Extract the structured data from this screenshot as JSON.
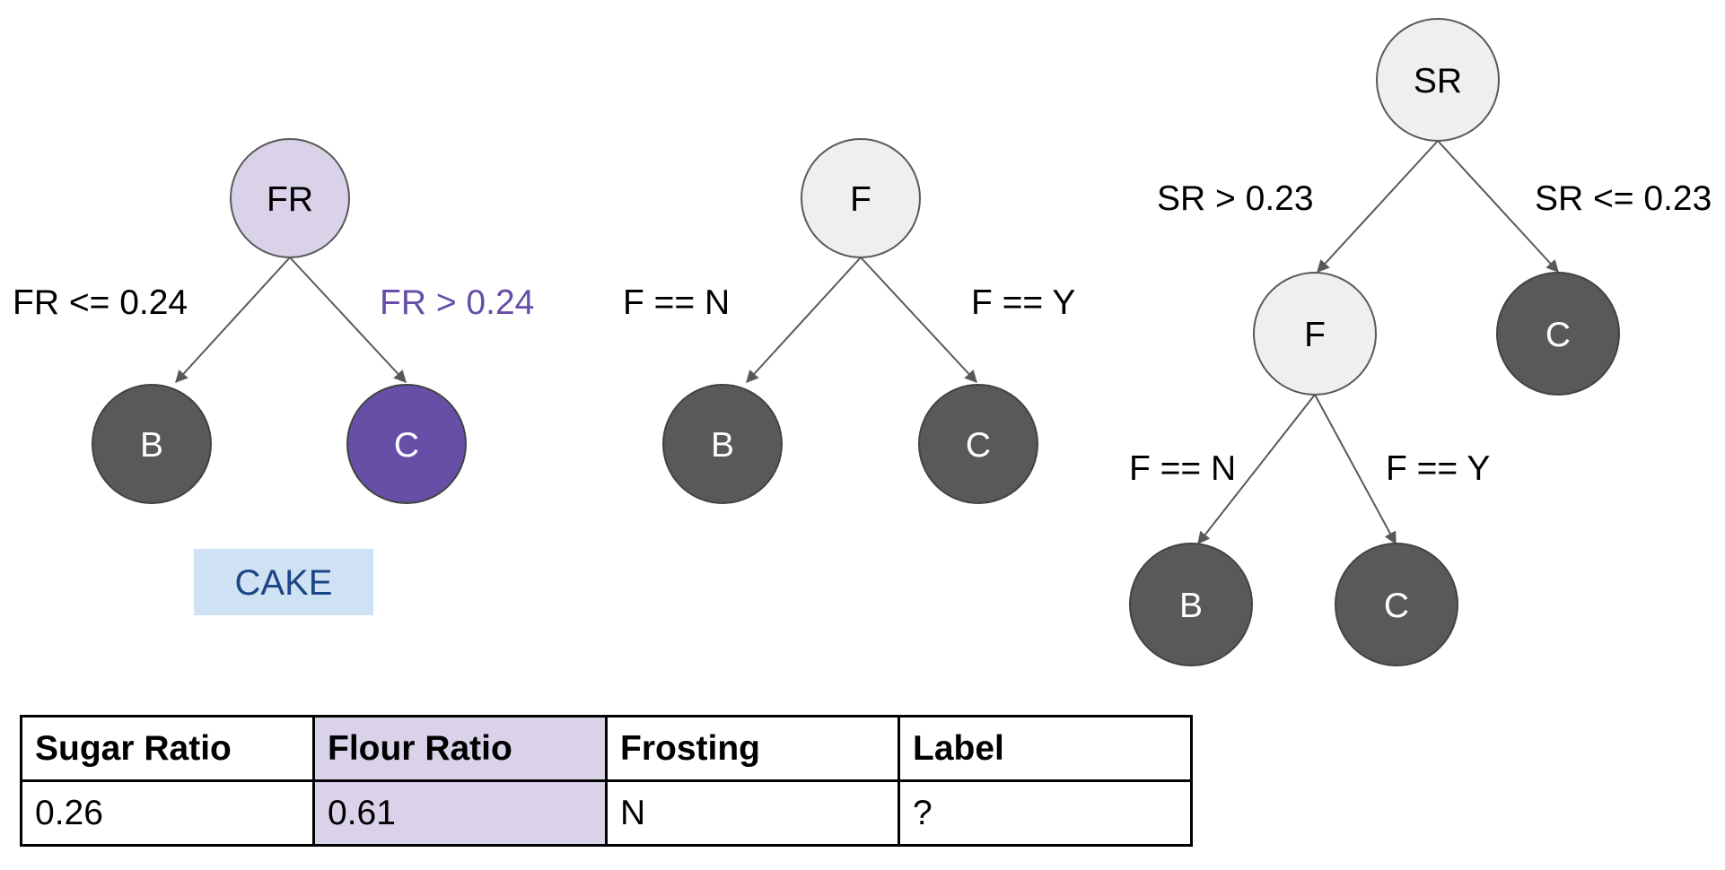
{
  "colors": {
    "root_fill": "#efefef",
    "highlight_root_fill": "#d9d2e9",
    "leaf_fill": "#595959",
    "highlight_leaf_fill": "#674ea7",
    "highlight_text": "#674ea7",
    "result_bg": "#cfe2f3",
    "result_text": "#1c4587"
  },
  "tree1": {
    "root": "FR",
    "left_edge": "FR <= 0.24",
    "right_edge": "FR > 0.24",
    "left_leaf": "B",
    "right_leaf": "C",
    "result": "CAKE"
  },
  "tree2": {
    "root": "F",
    "left_edge": "F == N",
    "right_edge": "F == Y",
    "left_leaf": "B",
    "right_leaf": "C"
  },
  "tree3": {
    "root": "SR",
    "left_edge": "SR > 0.23",
    "right_edge": "SR <= 0.23",
    "mid": "F",
    "right_leaf": "C",
    "mid_left_edge": "F == N",
    "mid_right_edge": "F == Y",
    "mid_left_leaf": "B",
    "mid_right_leaf": "C"
  },
  "table": {
    "headers": [
      "Sugar Ratio",
      "Flour Ratio",
      "Frosting",
      "Label"
    ],
    "row": [
      "0.26",
      "0.61",
      "N",
      "?"
    ]
  }
}
